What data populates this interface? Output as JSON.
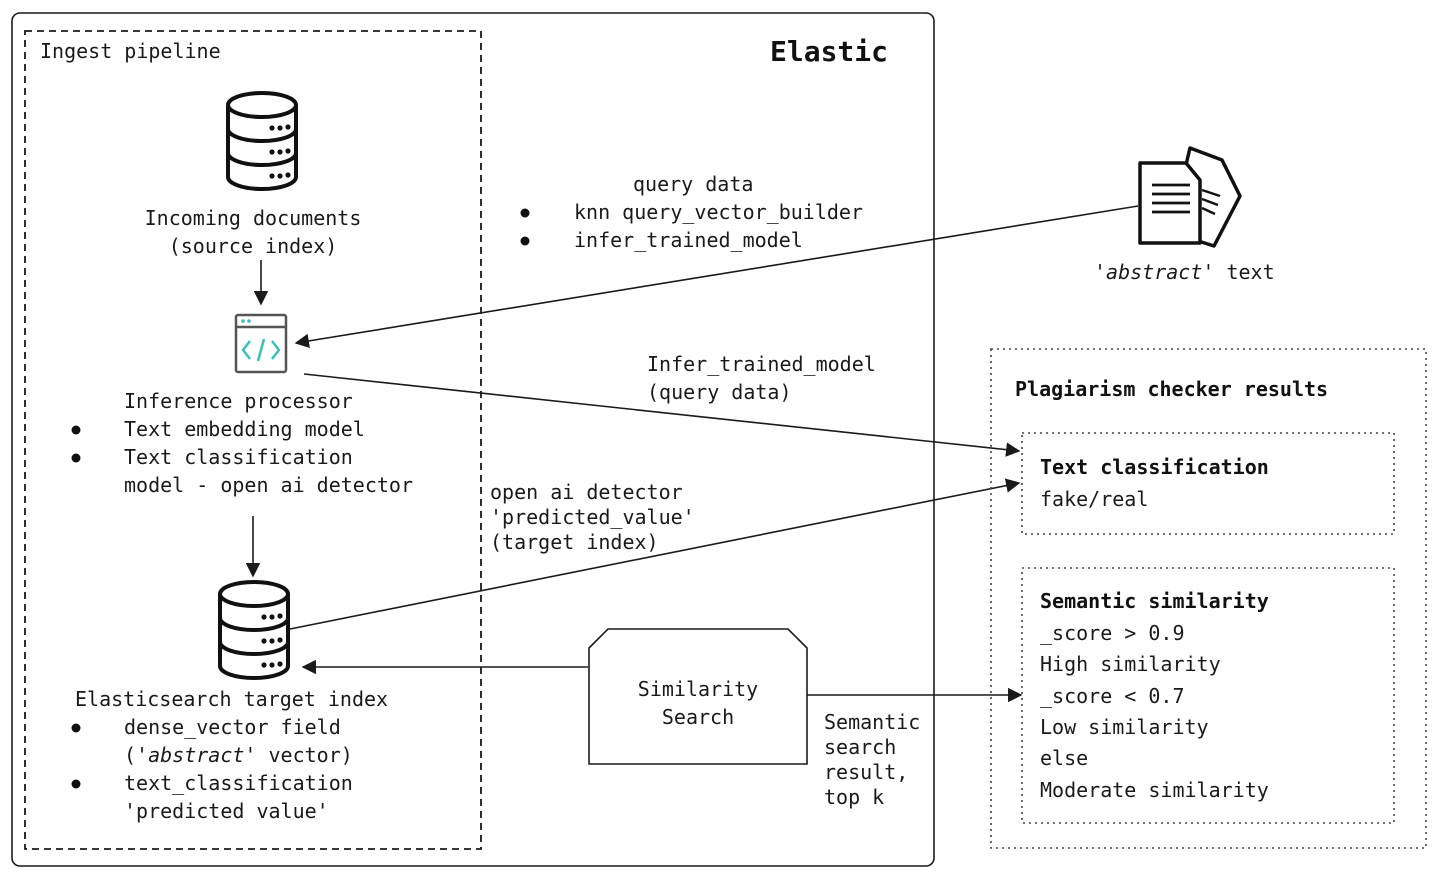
{
  "elastic_title": "Elastic",
  "ingest": {
    "title": "Ingest pipeline",
    "incoming": {
      "line1": "Incoming documents",
      "line2": "(source index)"
    },
    "inference": {
      "title": "Inference processor",
      "bullets": [
        "Text embedding model",
        "Text classification"
      ],
      "bullet2_cont": "model - open ai detector"
    },
    "target": {
      "title": "Elasticsearch target index",
      "b1_l1": "dense_vector field",
      "b1_l2_pre": "('",
      "b1_l2_em": "abstract'",
      "b1_l2_post": " vector)",
      "b2_l1": "text_classification",
      "b2_l2": "'predicted value'"
    }
  },
  "query": {
    "header": "query data",
    "bullets": [
      "knn query_vector_builder",
      "infer_trained_model"
    ]
  },
  "abstract": {
    "em": "'abstract'",
    "rest": " text"
  },
  "infer_label": {
    "line1": "Infer_trained_model",
    "line2": "(query data)"
  },
  "detector_label": {
    "line1": "open ai detector",
    "line2": "'predicted_value'",
    "line3": "(target index)"
  },
  "similarity": {
    "line1": "Similarity",
    "line2": "Search"
  },
  "semantic_label": {
    "lines": [
      "Semantic",
      "search",
      "result,",
      "top k"
    ]
  },
  "results": {
    "title": "Plagiarism checker results",
    "classification": {
      "title": "Text classification",
      "value": "fake/real"
    },
    "semantic": {
      "title": "Semantic similarity",
      "lines": [
        "_score > 0.9",
        "High similarity",
        "_score < 0.7",
        "Low similarity",
        "else",
        "Moderate similarity"
      ]
    }
  },
  "colors": {
    "code_icon": "#3dbfb8",
    "stroke": "#1a1a1a"
  }
}
